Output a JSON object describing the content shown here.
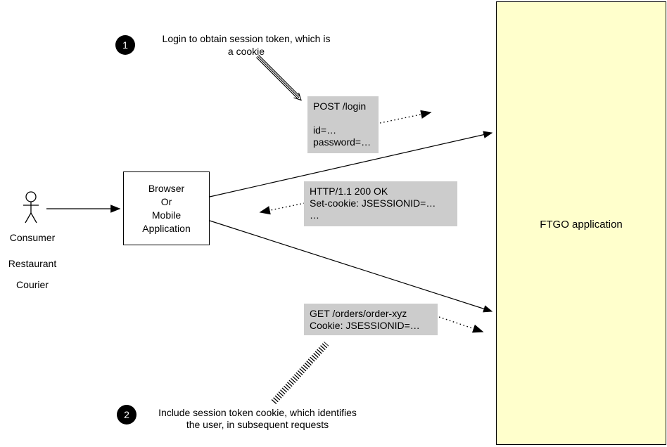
{
  "actor": {
    "labels": {
      "consumer": "Consumer",
      "restaurant": "Restaurant",
      "courier": "Courier"
    }
  },
  "client_box": {
    "line1": "Browser",
    "line2": "Or",
    "line3": "Mobile",
    "line4": "Application"
  },
  "server_box": {
    "label": "FTGO application"
  },
  "steps": {
    "step1": {
      "number": "1",
      "line1": "Login to obtain session token, which is",
      "line2": "a cookie"
    },
    "step2": {
      "number": "2",
      "line1": "Include session token cookie, which identifies",
      "line2": "the user, in subsequent requests"
    }
  },
  "messages": {
    "post_login": {
      "line1": "POST /login",
      "line2": "id=…",
      "line3": "password=…"
    },
    "response": {
      "line1": "HTTP/1.1 200 OK",
      "line2": "Set-cookie: JSESSIONID=…",
      "line3": "…"
    },
    "get_orders": {
      "line1": "GET /orders/order-xyz",
      "line2": "Cookie: JSESSIONID=…"
    }
  },
  "colors": {
    "message_box_fill": "#cccccc",
    "server_box_fill": "#ffffcc",
    "line_color": "#000000",
    "badge_fill": "#000000",
    "badge_text": "#ffffff"
  }
}
